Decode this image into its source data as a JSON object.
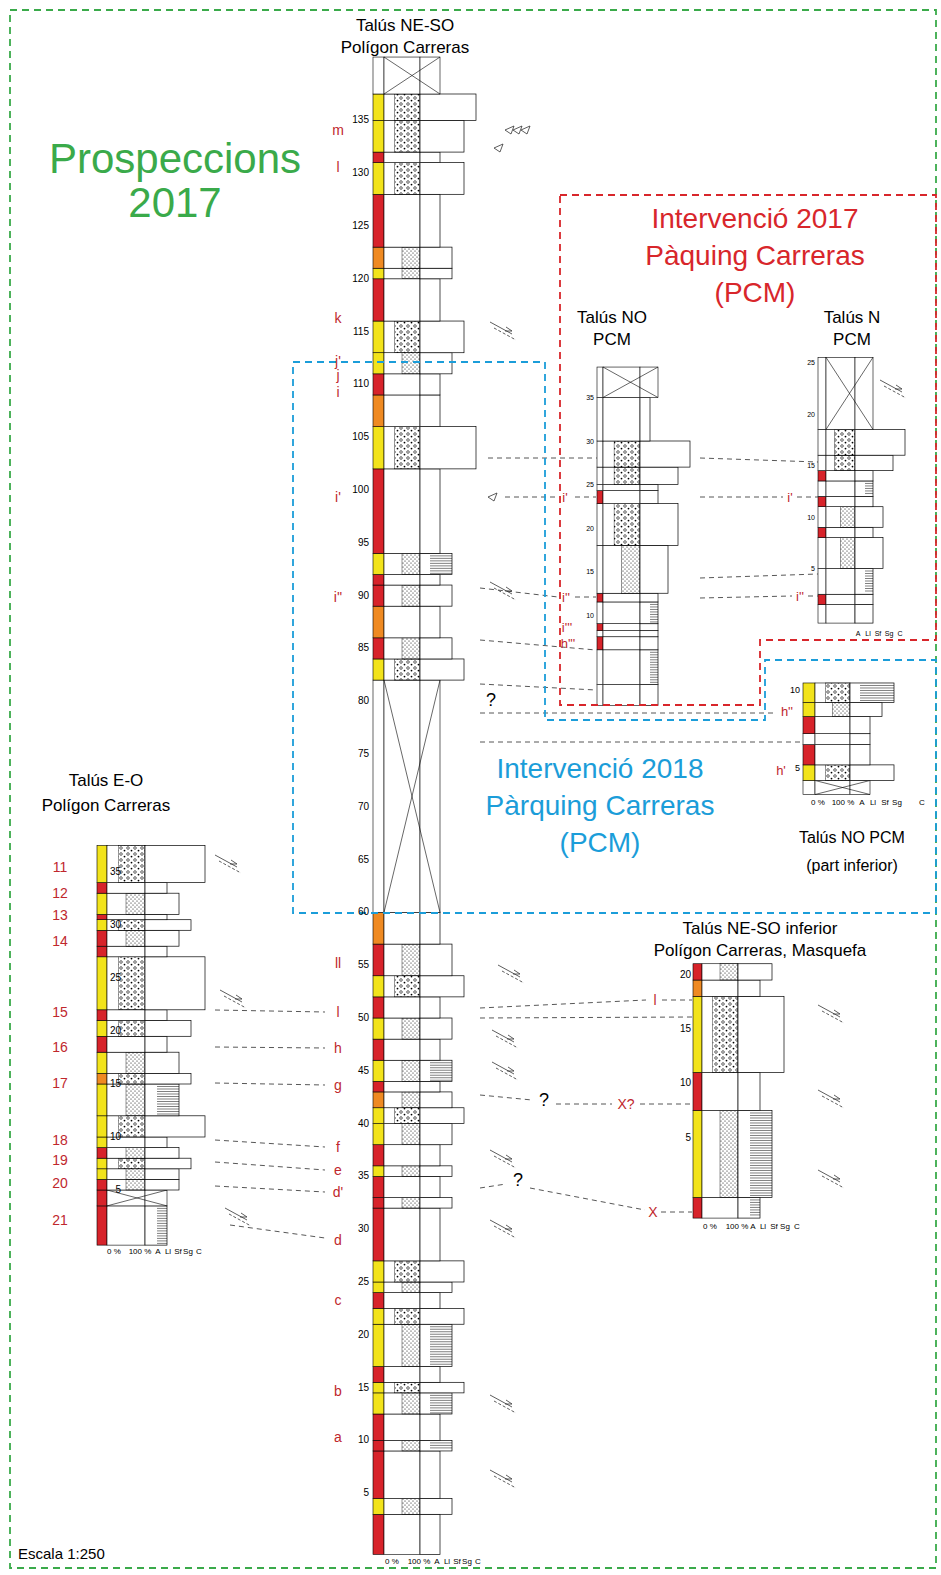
{
  "diagram": {
    "nodes": [
      {
        "text": [
          "Prospeccions 2017"
        ]
      },
      {
        "text": [
          "Talús NE-SO Polígon Carreras"
        ],
        "in": 0
      },
      {
        "text": [
          "Intervenció 2017 Pàquing Carreras (PCM)"
        ],
        "in": 0
      },
      {
        "text": [
          "Talús NO PCM"
        ],
        "in": 2
      },
      {
        "text": [
          "Talús N PCM"
        ],
        "in": 2
      },
      {
        "text": [
          "Intervenció 2018 Pàrquing Carreras (PCM)"
        ],
        "in": 0
      },
      {
        "text": [
          "Talús NO PCM (part inferior)"
        ],
        "in": 5
      },
      {
        "text": [
          "Talús E-O Polígon Carreras"
        ],
        "in": 0
      },
      {
        "text": [
          "Talús NE-SO inferior Polígon Carreras, Masquefa"
        ],
        "in": 0
      }
    ],
    "labels": [
      "5",
      "10",
      "15",
      "20",
      "25",
      "30",
      "35",
      "40",
      "45",
      "50",
      "55",
      "60",
      "65",
      "70",
      "75",
      "80",
      "85",
      "90",
      "95",
      "100",
      "105",
      "110",
      "115",
      "120",
      "125",
      "130",
      "135",
      "m",
      "l",
      "k",
      "j'",
      "j",
      "i",
      "i'",
      "i''",
      "ll",
      "l",
      "h",
      "g",
      "f",
      "e",
      "d'",
      "d",
      "c",
      "b",
      "a",
      "0 %",
      "100 %",
      "A",
      "Ll",
      "Sf",
      "Sg",
      "C",
      "5",
      "10",
      "15",
      "20",
      "25",
      "30",
      "35",
      "11",
      "12",
      "13",
      "14",
      "15",
      "16",
      "17",
      "18",
      "19",
      "20",
      "21",
      "0 %",
      "100 %",
      "A",
      "Ll",
      "Sf",
      "Sg",
      "C",
      "5",
      "10",
      "15",
      "20",
      "l",
      "X?",
      "X",
      "0 %",
      "100 %",
      "A",
      "Ll",
      "Sf",
      "Sg",
      "C",
      "10",
      "15",
      "20",
      "25",
      "30",
      "35",
      "i'",
      "i''",
      "i'''",
      "h'''",
      "5",
      "10",
      "15",
      "20",
      "25",
      "i'",
      "i''",
      "A",
      "Ll",
      "Sf",
      "Sg",
      "C",
      "10",
      "5",
      "h''",
      "h'",
      "0 %",
      "100 %",
      "A",
      "Ll",
      "Sf",
      "Sg",
      "C",
      "?",
      "?",
      "?",
      "Escala 1:250"
    ]
  }
}
